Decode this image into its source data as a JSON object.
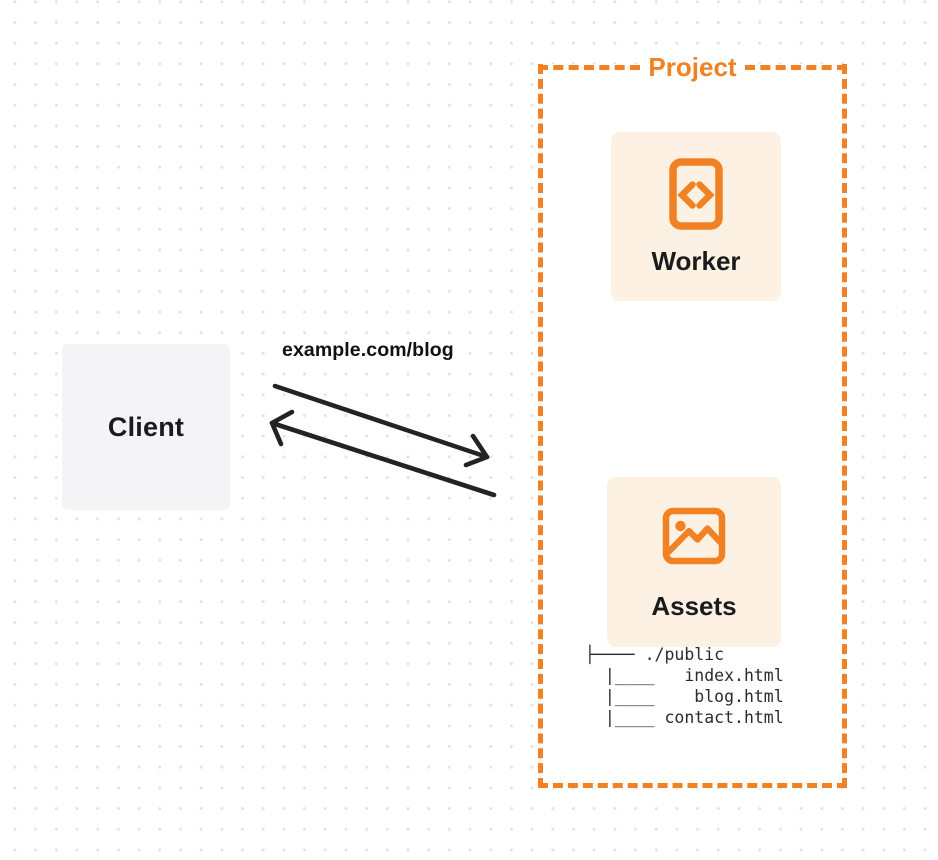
{
  "palette": {
    "accent_orange": "#F08124",
    "card_bg": "#FCF1E3",
    "client_box_bg": "#F4F4F6",
    "arrow_color": "#232323",
    "text_dark": "#1A1B1D",
    "dot_color": "#E3E3E6"
  },
  "client": {
    "label": "Client"
  },
  "request": {
    "url_label": "example.com/blog",
    "arrows": "bidirectional"
  },
  "project": {
    "label": "Project",
    "worker": {
      "label": "Worker",
      "icon": "code-document-icon"
    },
    "assets": {
      "label": "Assets",
      "icon": "image-icon",
      "file_tree": [
        "├──── ./public",
        "  |____   index.html",
        "  |____    blog.html",
        "  |____ contact.html"
      ]
    }
  }
}
